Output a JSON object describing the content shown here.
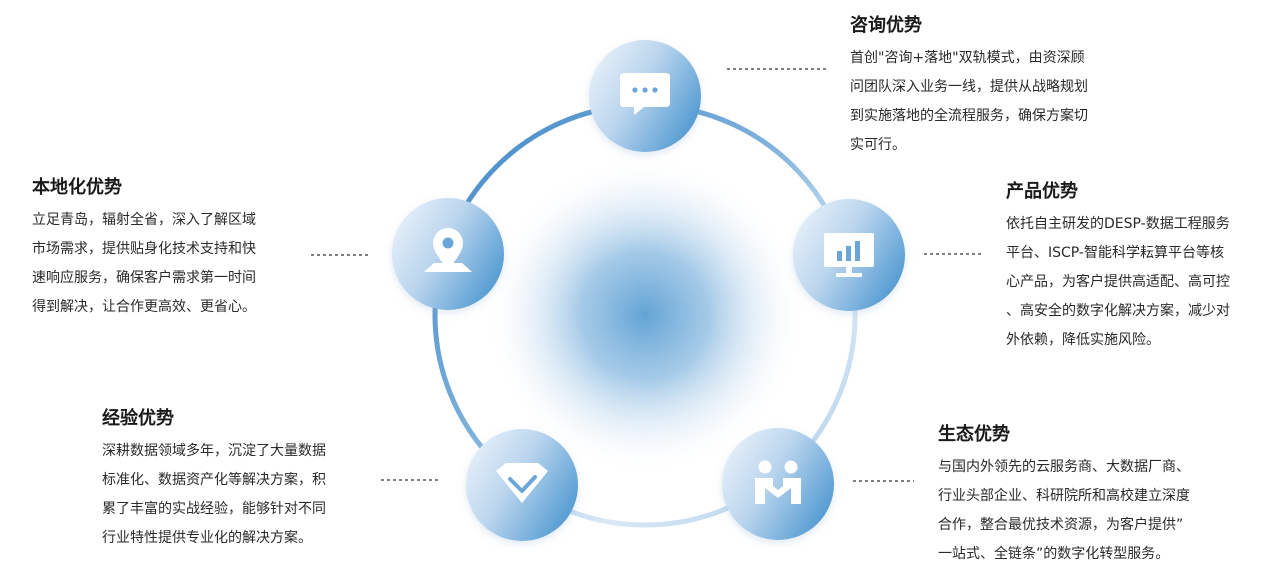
{
  "colors": {
    "accent": "#5a9fd4",
    "accent_dark": "#3f86c6",
    "ring_light": "#dbe9f6",
    "node_light": "#f1f6fc",
    "text": "#2a2a2a",
    "title": "#1a1a1a"
  },
  "nodes": [
    {
      "key": "consulting",
      "icon": "chat-bubble-icon",
      "title": "咨询优势",
      "lines": [
        "首创\"咨询+落地\"双轨模式，由资深顾",
        "问团队深入业务一线，提供从战略规划",
        "到实施落地的全流程服务，确保方案切",
        "实可行。"
      ]
    },
    {
      "key": "product",
      "icon": "bar-chart-monitor-icon",
      "title": "产品优势",
      "lines": [
        "依托自主研发的DESP-数据工程服务",
        "平台、ISCP-智能科学耘算平台等核",
        "心产品，为客户提供高适配、高可控",
        "、高安全的数字化解决方案，减少对",
        "外依赖，降低实施风险。"
      ]
    },
    {
      "key": "ecosystem",
      "icon": "handshake-people-icon",
      "title": "生态优势",
      "lines": [
        "与国内外领先的云服务商、大数据厂商、",
        "行业头部企业、科研院所和高校建立深度",
        "合作，整合最优技术资源，为客户提供”",
        "一站式、全链条”的数字化转型服务。"
      ]
    },
    {
      "key": "experience",
      "icon": "gem-check-icon",
      "title": "经验优势",
      "lines": [
        "深耕数据领域多年，沉淀了大量数据",
        "标准化、数据资产化等解决方案，积",
        "累了丰富的实战经验，能够针对不同",
        "行业特性提供专业化的解决方案。"
      ]
    },
    {
      "key": "localization",
      "icon": "location-pin-icon",
      "title": "本地化优势",
      "lines": [
        "立足青岛，辐射全省，深入了解区域",
        "市场需求，提供贴身化技术支持和快",
        "速响应服务，确保客户需求第一时间",
        "得到解决，让合作更高效、更省心。"
      ]
    }
  ]
}
